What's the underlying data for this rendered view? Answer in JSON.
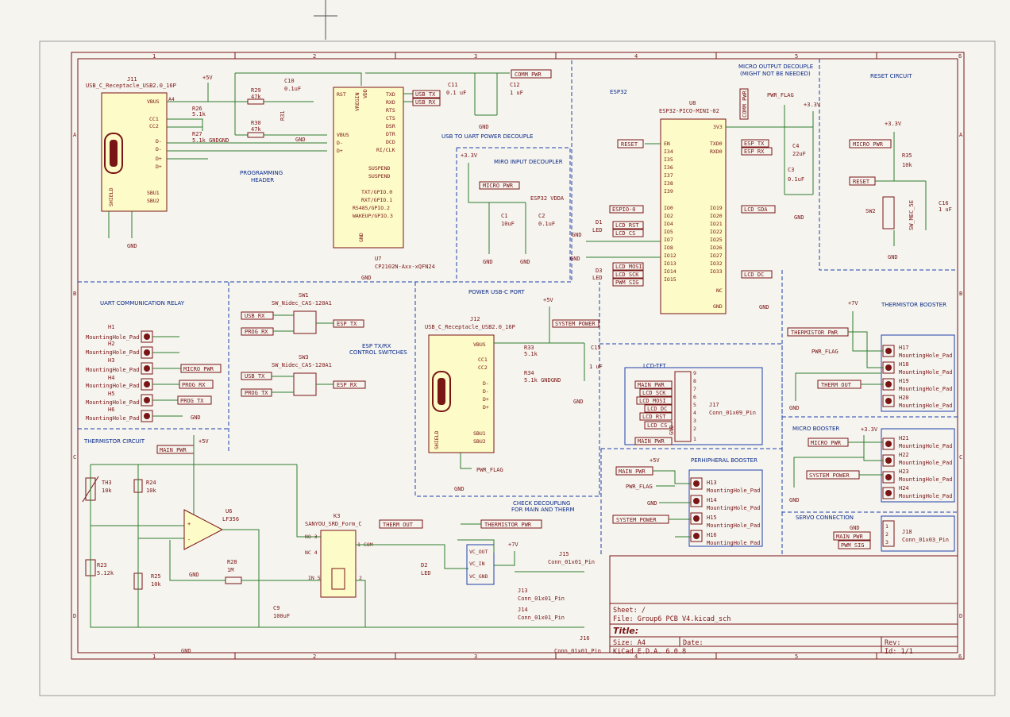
{
  "sheet": {
    "columns": [
      "1",
      "2",
      "3",
      "4",
      "5",
      "6"
    ],
    "rows": [
      "A",
      "B",
      "C",
      "D"
    ]
  },
  "title_block": {
    "sheet_line": "Sheet: /",
    "file_line": "File: Group6 PCB V4.kicad_sch",
    "title_label": "Title:",
    "size_line": "Size: A4",
    "date_label": "Date:",
    "rev_label": "Rev:",
    "tool_line": "KiCad E.D.A. 6.0.8",
    "id_line": "Id: 1/1"
  },
  "sections": {
    "programming_header": "PROGRAMMING\nHEADER",
    "usb_decouple": "USB TO UART POWER DECOUPLE",
    "esp32": "ESP32",
    "micro_output_decouple": "MICRO OUTPUT DECOUPLE\n(MIGHT NOT BE NEEDED)",
    "reset_circuit": "RESET CIRCUIT",
    "micro_input_decoupler": "MIRO INPUT DECOUPLER",
    "uart_relay": "UART COMMUNICATION RELAY",
    "esp_tx_rx": "ESP TX/RX\nCONTROL SWITCHES",
    "power_usbc": "POWER USB-C PORT",
    "thermistor_booster": "THERMISTOR BOOSTER",
    "lcd_tft": "LCD-TFT",
    "micro_booster": "MICRO BOOSTER",
    "peripheral_booster": "PERHIPHERAL BOOSTER",
    "servo_connection": "SERVO CONNECTION",
    "thermistor_circuit": "THERMISTOR CIRCUIT",
    "check_decoupling": "CHECK DECOUPLING\nFOR MAIN AND THERM"
  },
  "components": {
    "J11": {
      "ref": "J11",
      "value": "USB_C_Receptacle_USB2.0_16P"
    },
    "U7": {
      "ref": "U7",
      "value": "CP2102N-Axx-xQFN24"
    },
    "U8": {
      "ref": "U8",
      "value": "ESP32-PICO-MINI-02"
    },
    "J12": {
      "ref": "J12",
      "value": "USB_C_Receptacle_USB2.0_16P"
    },
    "J17": {
      "ref": "J17",
      "value": "Conn_01x09_Pin"
    },
    "J18": {
      "ref": "J18",
      "value": "Conn_01x03_Pin"
    },
    "U6": {
      "ref": "U6",
      "value": "LF356"
    },
    "K3": {
      "ref": "K3",
      "value": "SANYOU_SRD_Form_C"
    },
    "SW1": {
      "ref": "SW1",
      "value": "SW_Nidec_CAS-120A1"
    },
    "SW3": {
      "ref": "SW3",
      "value": "SW_Nidec_CAS-120A1"
    },
    "SW2": {
      "ref": "SW2",
      "value": "SW_MEC_5E"
    },
    "J13": {
      "ref": "J13",
      "value": "Conn_01x01_Pin"
    },
    "J14": {
      "ref": "J14",
      "value": "Conn_01x01_Pin"
    },
    "J15": {
      "ref": "J15",
      "value": "Conn_01x01_Pin"
    },
    "J16": {
      "ref": "J16",
      "value": "Conn_01x01_Pin"
    }
  },
  "labels": {
    "comm_pwr": "COMM PWR",
    "usb_tx": "USB_TX",
    "usb_rx": "USB_RX",
    "reset": "RESET",
    "esp_tx": "ESP_TX",
    "esp_rx": "ESP_RX",
    "espio0": "ESPIO-0",
    "lcd_rst": "LCD RST",
    "lcd_cs": "LCD CS",
    "lcd_mosi": "LCD MOSI",
    "lcd_sck": "LCD SCK",
    "pwm_sig": "PWM SIG",
    "lcd_sda": "LCD SDA",
    "lcd_dc": "LCD DC",
    "micro_pwr": "MICRO PWR",
    "esp_tx2": "ESP_TX",
    "esp_rx2": "ESP_RX",
    "prog_rx": "PROG_RX",
    "prog_tx": "PROG_TX",
    "main_pwr": "MAIN PWR",
    "system_power": "SYSTEM POWER",
    "therm_out": "THERM OUT",
    "thermistor_pwr": "THERMISTOR PWR",
    "pwr_flag": "PWR_FLAG",
    "gnd": "GND",
    "v5": "+5V",
    "v33": "+3.3V",
    "v7": "+7V",
    "esp32_vdda": "ESP32 VDDA"
  },
  "mounting_holes": [
    {
      "ref": "H1",
      "value": "MountingHole_Pad",
      "net": ""
    },
    {
      "ref": "H2",
      "value": "MountingHole_Pad",
      "net": ""
    },
    {
      "ref": "H3",
      "value": "MountingHole_Pad",
      "net": "MICRO PWR"
    },
    {
      "ref": "H4",
      "value": "MountingHole_Pad",
      "net": "PROG_RX"
    },
    {
      "ref": "H5",
      "value": "MountingHole_Pad",
      "net": "PROG_TX"
    },
    {
      "ref": "H6",
      "value": "MountingHole_Pad",
      "net": "GND"
    }
  ],
  "lcd_pins": [
    "MAIN PWR",
    "LCD SCK",
    "LCD MOSI",
    "LCD DC",
    "LCD RST",
    "LCD CS",
    "GND",
    "MAIN PWR"
  ]
}
